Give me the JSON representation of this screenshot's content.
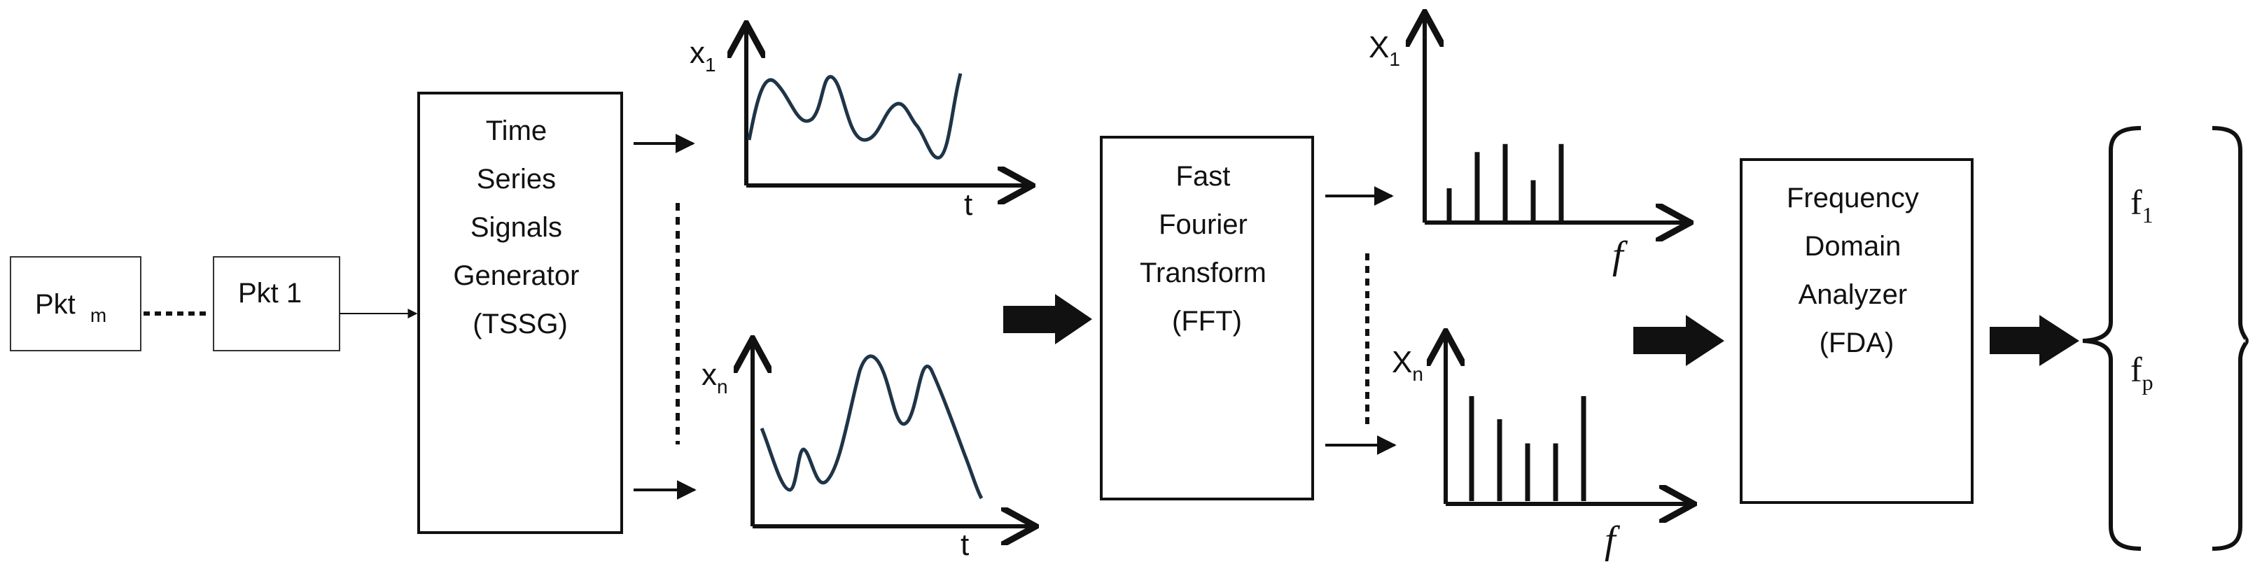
{
  "packets": {
    "pkt_m": {
      "main": "Pkt",
      "sub": "m"
    },
    "pkt_1": "Pkt 1"
  },
  "tssg": {
    "lines": [
      "Time",
      "Series",
      "Signals",
      "Generator",
      "(TSSG)"
    ]
  },
  "fft": {
    "lines": [
      "Fast",
      "Fourier",
      "Transform",
      "(FFT)"
    ]
  },
  "fda": {
    "lines": [
      "Frequency",
      "Domain",
      "Analyzer",
      "(FDA)"
    ]
  },
  "time_plots": {
    "top": {
      "ylabel": "x",
      "ysub": "1",
      "xlabel": "t"
    },
    "bottom": {
      "ylabel": "x",
      "ysub": "n",
      "xlabel": "t"
    }
  },
  "freq_plots": {
    "top": {
      "ylabel": "X",
      "ysub": "1",
      "xlabel": "f",
      "bars": [
        0.4,
        0.85,
        0.95,
        0.5,
        0.95
      ]
    },
    "bottom": {
      "ylabel": "X",
      "ysub": "n",
      "xlabel": "f",
      "bars": [
        1.0,
        0.78,
        0.55,
        0.55,
        1.0
      ]
    }
  },
  "output": {
    "items": [
      {
        "main": "f",
        "sub": "1"
      },
      {
        "main": "f",
        "sub": "p"
      }
    ]
  },
  "colors": {
    "stroke": "#111111",
    "curve": "#1f3447"
  }
}
